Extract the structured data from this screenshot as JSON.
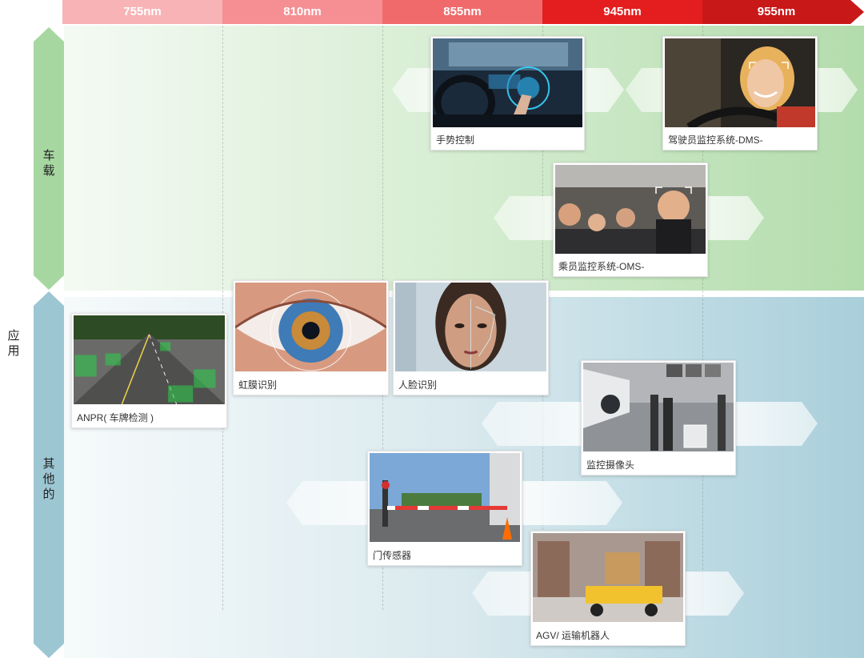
{
  "wavelengths": [
    "755nm",
    "810nm",
    "855nm",
    "945nm",
    "955nm"
  ],
  "colors": {
    "seg": [
      "#f8b3b6",
      "#f58f93",
      "#f06a6c",
      "#e41e1e",
      "#c81818"
    ],
    "vehicle_panel": "#c9e6c4",
    "other_panel": "#cfe3ea",
    "vehicle_arrow": "#a7d7a1",
    "other_arrow": "#9dc6d3"
  },
  "side": {
    "main": "应用",
    "vehicle": "车载",
    "other": "其他的"
  },
  "cards": {
    "gesture": "手势控制",
    "dms": "驾驶员监控系统-DMS-",
    "oms": "乘员监控系统-OMS-",
    "anpr": "ANPR( 车牌检测 )",
    "iris": "虹膜识别",
    "face": "人脸识别",
    "cctv": "监控摄像头",
    "door": "门传感器",
    "agv": "AGV/ 运输机器人"
  }
}
